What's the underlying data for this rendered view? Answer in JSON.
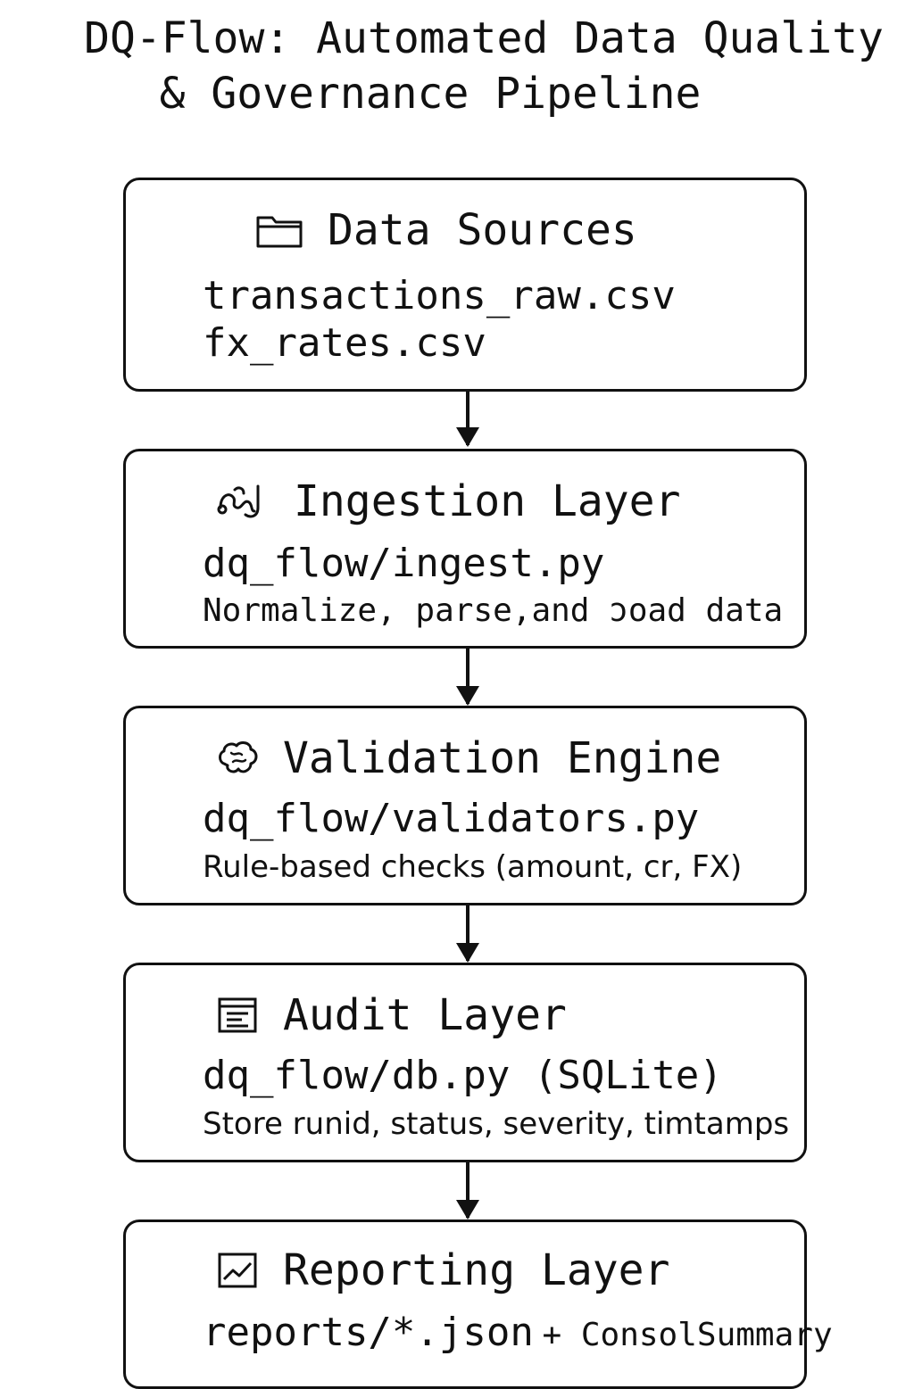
{
  "title": {
    "line1": "DQ-Flow: Automated Data Quality",
    "line2": "& Governance Pipeline"
  },
  "stages": {
    "sources": {
      "heading": "Data Sources",
      "icon": "folder-icon",
      "lines": [
        "transactions_raw.csv",
        "fx_rates.csv"
      ]
    },
    "ingestion": {
      "heading": "Ingestion Layer",
      "icon": "pipeline-icon",
      "module": "dq_flow/ingest.py",
      "description": "Normalize, parse,and ͻoad data"
    },
    "validation": {
      "heading": "Validation Engine",
      "icon": "brain-icon",
      "module": "dq_flow/validators.py",
      "description": "Rule-based checks (amount, cr, FX)"
    },
    "audit": {
      "heading": "Audit Layer",
      "icon": "ledger-icon",
      "module": "dq_flow/db.py (SQLite)",
      "description": "Store runid, status, severity, timtamps"
    },
    "reporting": {
      "heading": "Reporting Layer",
      "icon": "chart-icon",
      "module": "reports/*.json",
      "description": "+ ConsolSummary"
    }
  }
}
